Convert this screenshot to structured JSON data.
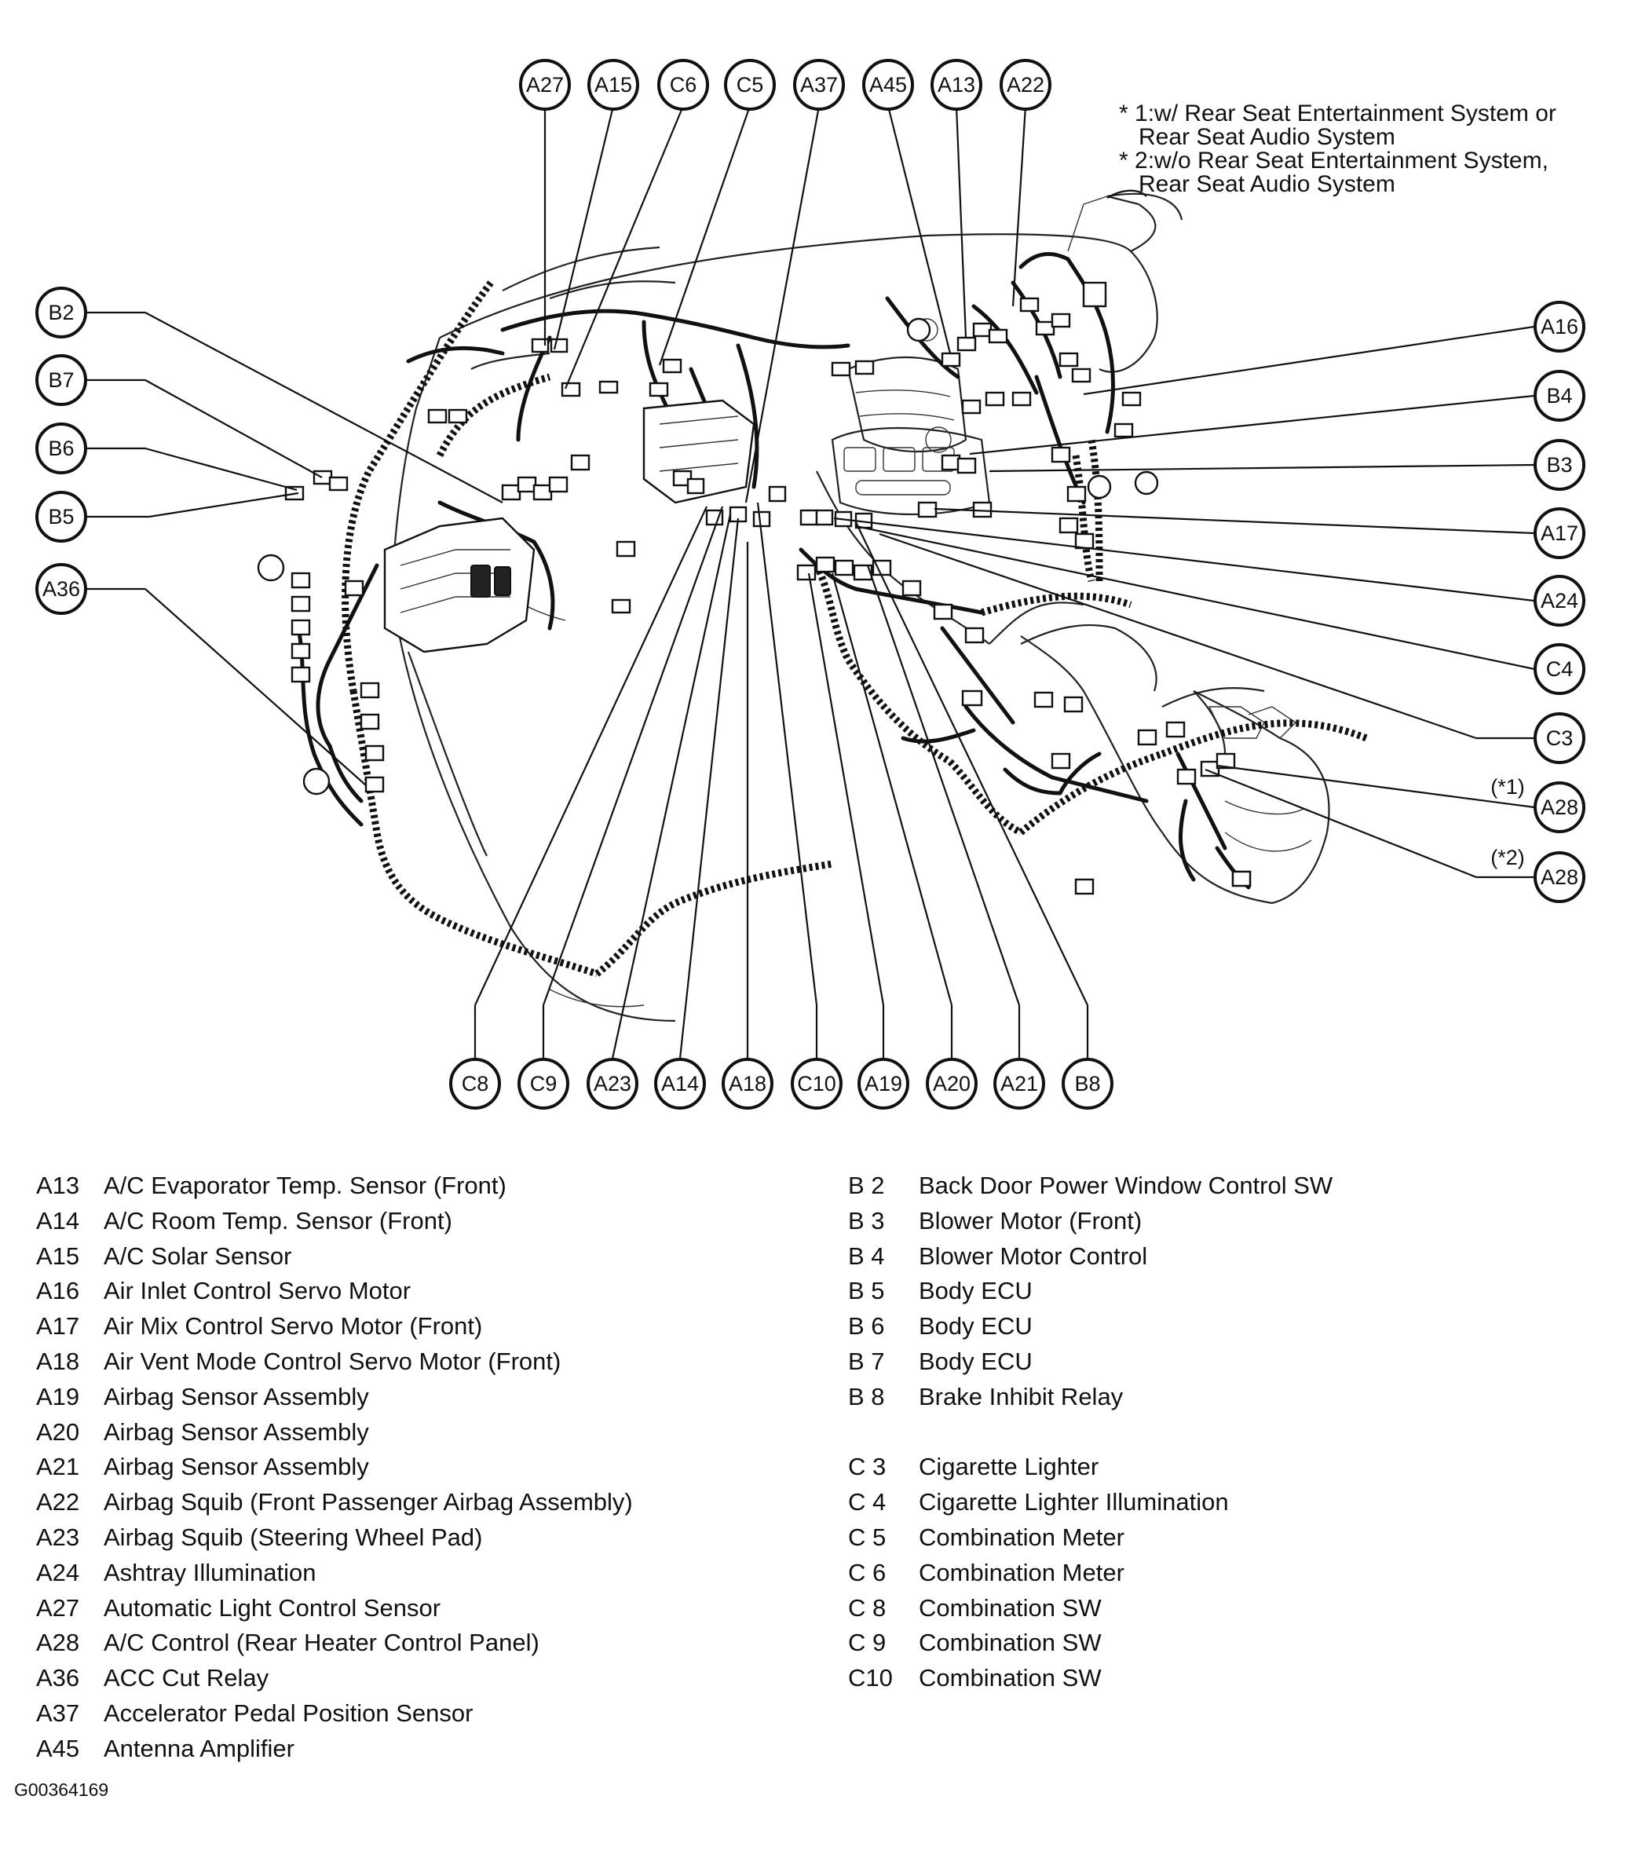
{
  "notes": [
    "* 1:w/ Rear Seat Entertainment System or",
    "   Rear Seat Audio System",
    "* 2:w/o Rear Seat Entertainment System,",
    "   Rear Seat Audio System"
  ],
  "callouts_top": [
    "A27",
    "A15",
    "C6",
    "C5",
    "A37",
    "A45",
    "A13",
    "A22"
  ],
  "callouts_left": [
    "B2",
    "B7",
    "B6",
    "B5",
    "A36"
  ],
  "callouts_right": [
    "A16",
    "B4",
    "B3",
    "A17",
    "A24",
    "C4",
    "C3",
    "A28",
    "A28"
  ],
  "callouts_bottom": [
    "C8",
    "C9",
    "A23",
    "A14",
    "A18",
    "C10",
    "A19",
    "A20",
    "A21",
    "B8"
  ],
  "variant_tags": [
    "(*1)",
    "(*2)"
  ],
  "legend_left": [
    {
      "code": "A13",
      "desc": "A/C Evaporator Temp. Sensor (Front)"
    },
    {
      "code": "A14",
      "desc": "A/C Room Temp. Sensor (Front)"
    },
    {
      "code": "A15",
      "desc": "A/C Solar Sensor"
    },
    {
      "code": "A16",
      "desc": "Air Inlet Control Servo Motor"
    },
    {
      "code": "A17",
      "desc": "Air Mix Control Servo Motor (Front)"
    },
    {
      "code": "A18",
      "desc": "Air Vent Mode Control Servo Motor (Front)"
    },
    {
      "code": "A19",
      "desc": "Airbag Sensor Assembly"
    },
    {
      "code": "A20",
      "desc": "Airbag Sensor Assembly"
    },
    {
      "code": "A21",
      "desc": "Airbag Sensor Assembly"
    },
    {
      "code": "A22",
      "desc": "Airbag Squib (Front Passenger Airbag Assembly)"
    },
    {
      "code": "A23",
      "desc": "Airbag Squib (Steering Wheel Pad)"
    },
    {
      "code": "A24",
      "desc": "Ashtray Illumination"
    },
    {
      "code": "A27",
      "desc": "Automatic Light Control Sensor"
    },
    {
      "code": "A28",
      "desc": "A/C Control (Rear Heater Control Panel)"
    },
    {
      "code": "A36",
      "desc": "ACC Cut Relay"
    },
    {
      "code": "A37",
      "desc": "Accelerator Pedal Position Sensor"
    },
    {
      "code": "A45",
      "desc": "Antenna Amplifier"
    }
  ],
  "legend_right_b": [
    {
      "code": "B  2",
      "desc": "Back Door Power Window Control SW"
    },
    {
      "code": "B  3",
      "desc": "Blower Motor (Front)"
    },
    {
      "code": "B  4",
      "desc": "Blower Motor Control"
    },
    {
      "code": "B  5",
      "desc": "Body ECU"
    },
    {
      "code": "B  6",
      "desc": "Body ECU"
    },
    {
      "code": "B  7",
      "desc": "Body ECU"
    },
    {
      "code": "B  8",
      "desc": "Brake Inhibit Relay"
    }
  ],
  "legend_right_c": [
    {
      "code": "C  3",
      "desc": "Cigarette Lighter"
    },
    {
      "code": "C  4",
      "desc": "Cigarette Lighter Illumination"
    },
    {
      "code": "C  5",
      "desc": "Combination Meter"
    },
    {
      "code": "C  6",
      "desc": "Combination Meter"
    },
    {
      "code": "C  8",
      "desc": "Combination SW"
    },
    {
      "code": "C  9",
      "desc": "Combination SW"
    },
    {
      "code": "C10",
      "desc": "Combination SW"
    }
  ],
  "figure_id": "G00364169"
}
